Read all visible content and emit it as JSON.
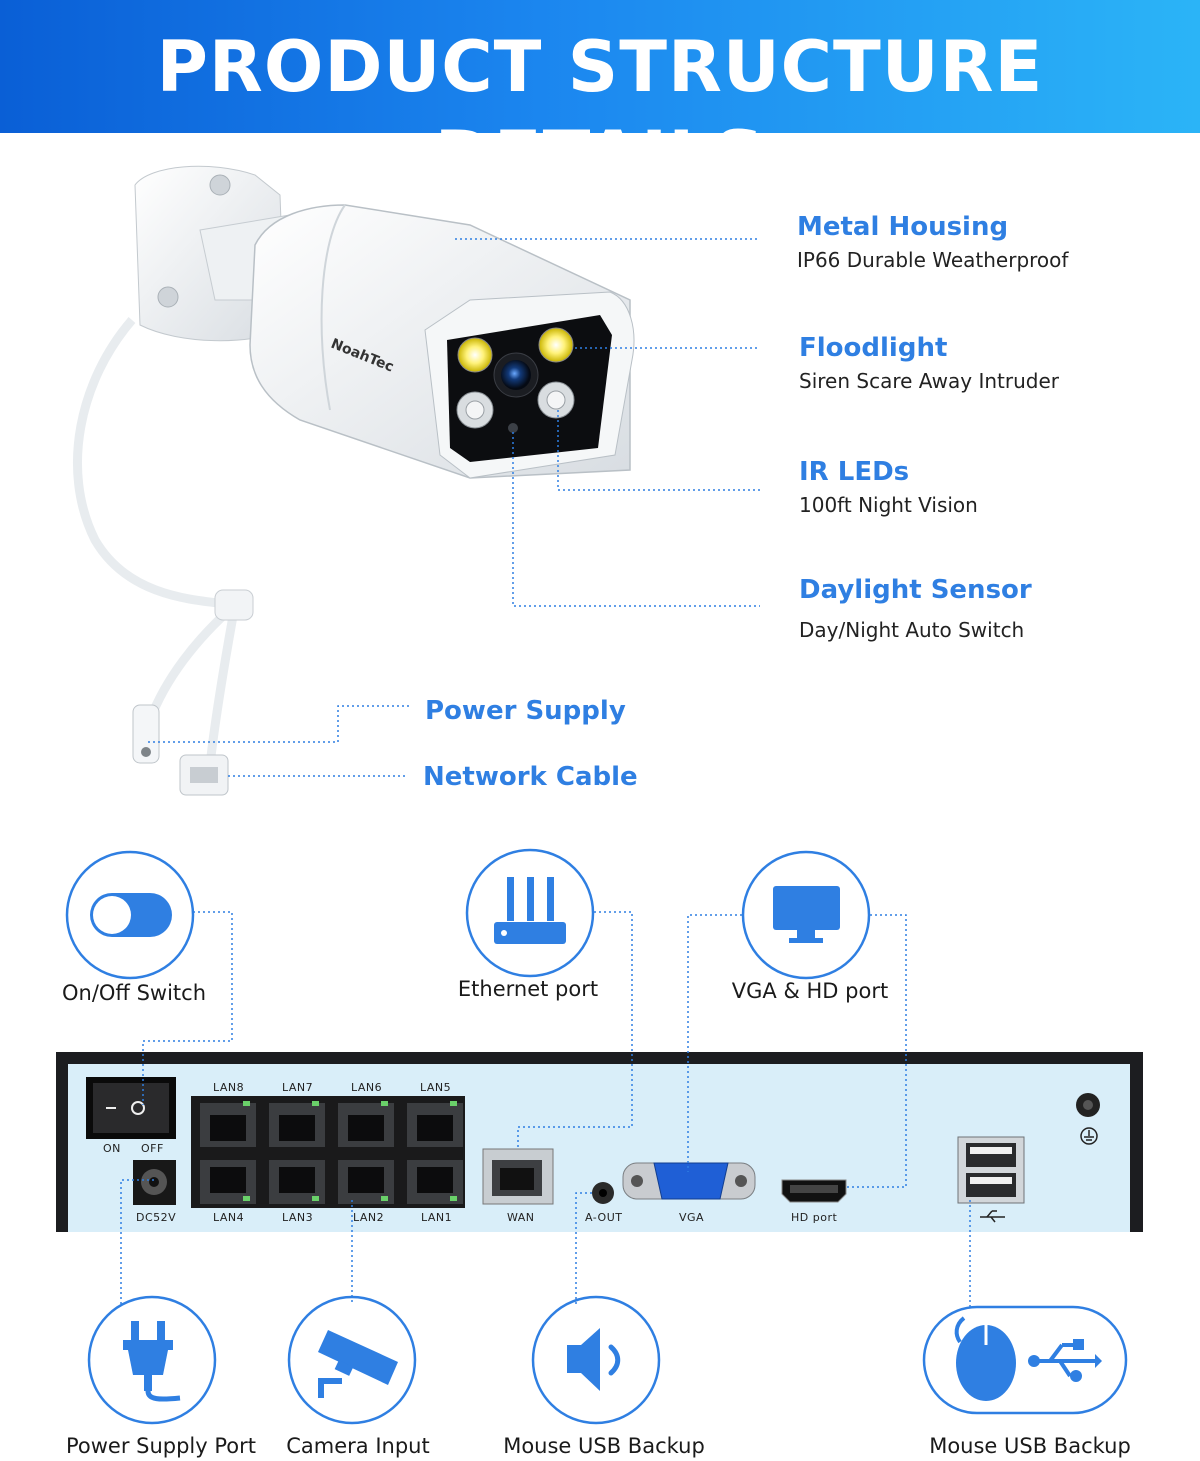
{
  "header": {
    "title": "PRODUCT STRUCTURE DETAILS"
  },
  "camera": {
    "brand": "NoahTec",
    "features": [
      {
        "label": "Metal Housing",
        "desc": "IP66 Durable Weatherproof"
      },
      {
        "label": "Floodlight",
        "desc": "Siren Scare Away Intruder"
      },
      {
        "label": "IR LEDs",
        "desc": "100ft Night Vision"
      },
      {
        "label": "Daylight Sensor",
        "desc": "Day/Night Auto Switch"
      }
    ],
    "cables": [
      {
        "label": "Power Supply"
      },
      {
        "label": "Network Cable"
      }
    ]
  },
  "nvr": {
    "switch_labels": {
      "on": "ON",
      "off": "OFF"
    },
    "dc_label": "DC52V",
    "lan_top": [
      "LAN8",
      "LAN7",
      "LAN6",
      "LAN5"
    ],
    "lan_bottom": [
      "LAN4",
      "LAN3",
      "LAN2",
      "LAN1"
    ],
    "wan_label": "WAN",
    "aout_label": "A-OUT",
    "vga_label": "VGA",
    "hd_label": "HD port",
    "top_icons": [
      {
        "label": "On/Off Switch",
        "icon": "toggle-switch-icon"
      },
      {
        "label": "Ethernet port",
        "icon": "router-icon"
      },
      {
        "label": "VGA & HD port",
        "icon": "monitor-icon"
      }
    ],
    "bottom_icons": [
      {
        "label": "Power Supply Port",
        "icon": "power-plug-icon"
      },
      {
        "label": "Camera Input",
        "icon": "cctv-camera-icon"
      },
      {
        "label": "Mouse USB Backup",
        "icon": "speaker-icon"
      },
      {
        "label": "Mouse USB Backup",
        "icon": "mouse-usb-icon"
      }
    ]
  },
  "colors": {
    "accent": "#2f7fe2",
    "banner_start": "#0a5fd6",
    "banner_end": "#2bb4f7",
    "panel": "#d9eef9"
  }
}
